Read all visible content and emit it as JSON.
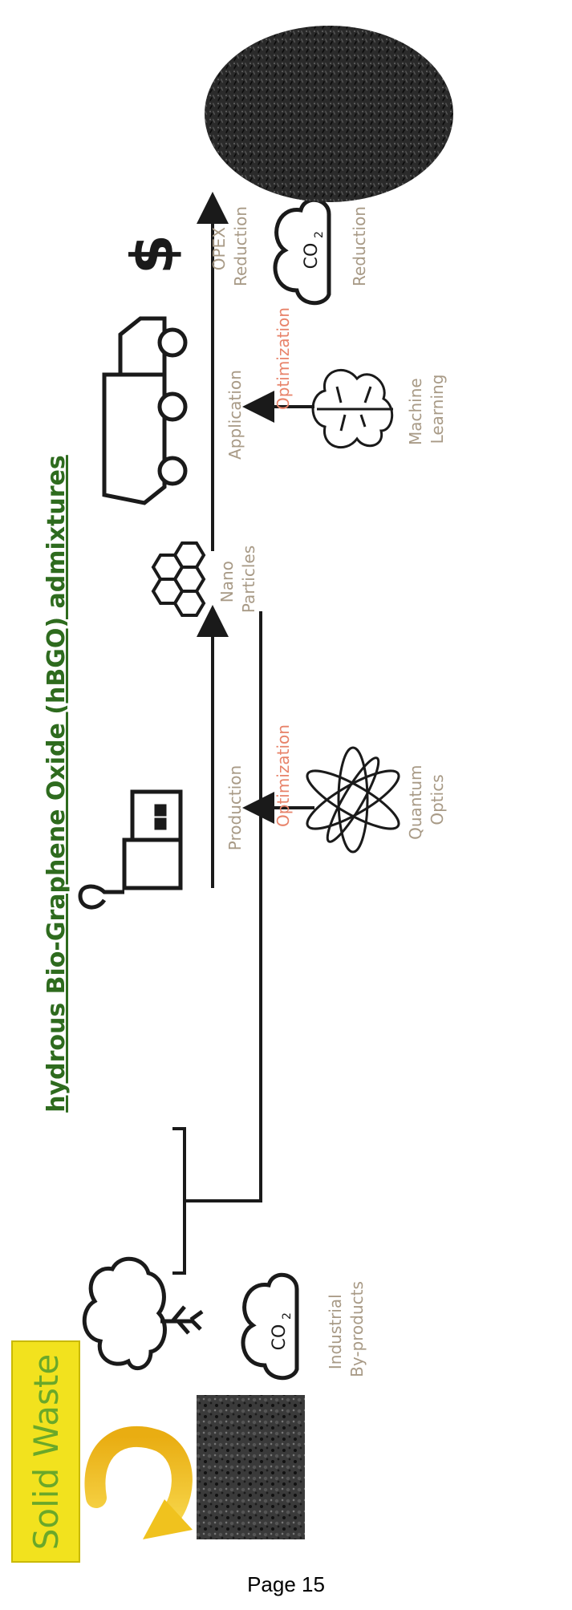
{
  "title": "hydrous Bio-Graphene Oxide (hBGO) admixtures",
  "solid_waste": "Solid Waste",
  "inputs_label": [
    "Industrial",
    "By-products"
  ],
  "steps": {
    "production": "Production",
    "nano": [
      "Nano",
      "Particles"
    ],
    "application": "Application",
    "opex": [
      "OPEX",
      "Reduction"
    ],
    "co2_reduction": "Reduction"
  },
  "optimizations": {
    "first": "Optimization",
    "second": "Optimization"
  },
  "drivers": {
    "quantum": [
      "Quantum",
      "Optics"
    ],
    "ml": [
      "Machine",
      "Learning"
    ]
  },
  "icon_text": {
    "co2": "CO",
    "co2_sub": "2",
    "dollar": "$"
  },
  "page_label": "Page 15",
  "colors": {
    "title": "#2e6b1e",
    "label": "#a89a86",
    "optimization": "#e8836a",
    "solid_waste_text": "#6aa82a",
    "solid_waste_bg": "#f2e21e",
    "arrow_yellow": "#f0c21e",
    "ink": "#1a1a1a"
  }
}
